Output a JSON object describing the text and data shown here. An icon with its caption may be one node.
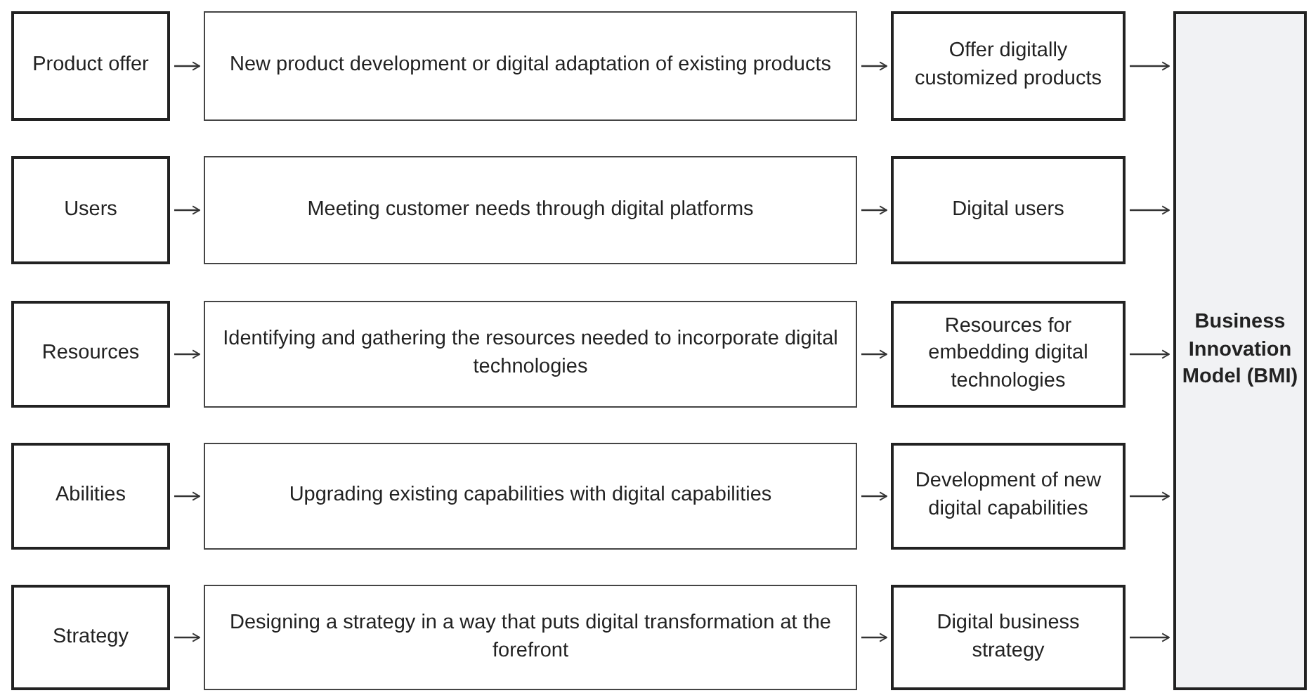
{
  "diagram": {
    "nodes": [
      {
        "text": [
          "Product offer"
        ]
      },
      {
        "text": [
          "New product development or digital adaptation of existing products"
        ]
      },
      {
        "text": [
          "Offer digitally customized products"
        ]
      },
      {
        "text": [
          "Users"
        ]
      },
      {
        "text": [
          "Meeting customer needs through digital platforms"
        ]
      },
      {
        "text": [
          "Digital users"
        ]
      },
      {
        "text": [
          "Resources"
        ]
      },
      {
        "text": [
          "Identifying and gathering the resources needed to incorporate digital technologies"
        ]
      },
      {
        "text": [
          "Resources for embedding digital technologies"
        ]
      },
      {
        "text": [
          "Abilities"
        ]
      },
      {
        "text": [
          "Upgrading existing capabilities with digital capabilities"
        ]
      },
      {
        "text": [
          "Development of new digital capabilities"
        ]
      },
      {
        "text": [
          "Strategy"
        ]
      },
      {
        "text": [
          "Designing a strategy in a way that puts digital transformation at the forefront"
        ]
      },
      {
        "text": [
          "Digital business strategy"
        ]
      },
      {
        "text": [
          "Business Innovation Model (BMI)"
        ]
      }
    ],
    "edges": [
      {
        "from": 0,
        "to": 1,
        "arrow": "to"
      },
      {
        "from": 1,
        "to": 2,
        "arrow": "to"
      },
      {
        "from": 2,
        "to": 15,
        "arrow": "to"
      },
      {
        "from": 3,
        "to": 4,
        "arrow": "to"
      },
      {
        "from": 4,
        "to": 5,
        "arrow": "to"
      },
      {
        "from": 5,
        "to": 15,
        "arrow": "to"
      },
      {
        "from": 6,
        "to": 7,
        "arrow": "to"
      },
      {
        "from": 7,
        "to": 8,
        "arrow": "to"
      },
      {
        "from": 8,
        "to": 15,
        "arrow": "to"
      },
      {
        "from": 9,
        "to": 10,
        "arrow": "to"
      },
      {
        "from": 10,
        "to": 11,
        "arrow": "to"
      },
      {
        "from": 11,
        "to": 15,
        "arrow": "to"
      },
      {
        "from": 12,
        "to": 13,
        "arrow": "to"
      },
      {
        "from": 13,
        "to": 14,
        "arrow": "to"
      },
      {
        "from": 14,
        "to": 15,
        "arrow": "to"
      }
    ]
  }
}
